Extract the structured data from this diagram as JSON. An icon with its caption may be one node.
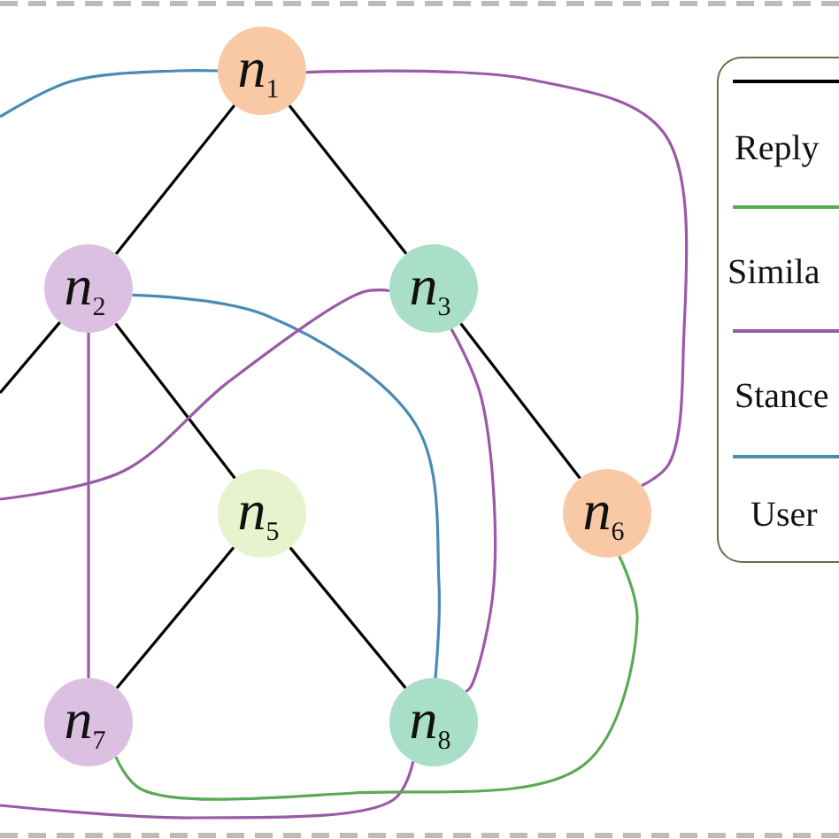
{
  "diagram": {
    "nodes": [
      {
        "text": [
          "*n*$_{1}$"
        ]
      },
      {
        "text": [
          "*n*$_{2}$"
        ]
      },
      {
        "text": [
          "*n*$_{3}$"
        ]
      },
      {
        "text": [
          "*n*$_{5}$"
        ]
      },
      {
        "text": [
          "*n*$_{6}$"
        ]
      },
      {
        "text": [
          "*n*$_{7}$"
        ]
      },
      {
        "text": [
          "*n*$_{8}$"
        ]
      }
    ],
    "edges": [
      {
        "from": 0,
        "to": 1,
        "arrow": "none"
      },
      {
        "from": 0,
        "to": 2,
        "arrow": "none"
      },
      {
        "from": 1,
        "to": 3,
        "arrow": "none"
      },
      {
        "from": 2,
        "to": 4,
        "arrow": "none"
      },
      {
        "from": 3,
        "to": 5,
        "arrow": "none"
      },
      {
        "from": 3,
        "to": 6,
        "arrow": "none"
      },
      {
        "from": null,
        "to": 1,
        "arrow": "none"
      },
      {
        "from": null,
        "to": 0,
        "arrow": "none",
        "color": "#4a8ab4"
      },
      {
        "from": 1,
        "to": 6,
        "arrow": "none",
        "color": "#4a8ab4"
      },
      {
        "from": 0,
        "to": 4,
        "arrow": "none",
        "color": "#9a5aa6"
      },
      {
        "from": 1,
        "to": 5,
        "arrow": "none",
        "color": "#9a5aa6"
      },
      {
        "from": 2,
        "to": 6,
        "arrow": "none",
        "color": "#9a5aa6"
      },
      {
        "from": null,
        "to": 2,
        "arrow": "none",
        "color": "#9a5aa6"
      },
      {
        "from": null,
        "to": 6,
        "arrow": "none",
        "color": "#9a5aa6"
      },
      {
        "from": 5,
        "to": 4,
        "arrow": "none",
        "color": "#5aaa55"
      }
    ],
    "legend": [
      {
        "text": "Reply",
        "color": "#000000"
      },
      {
        "text": "Simila",
        "color": "#5aaa55"
      },
      {
        "text": "Stance",
        "color": "#9a5aa6"
      },
      {
        "text": "User",
        "color": "#4a8ab4"
      }
    ]
  }
}
